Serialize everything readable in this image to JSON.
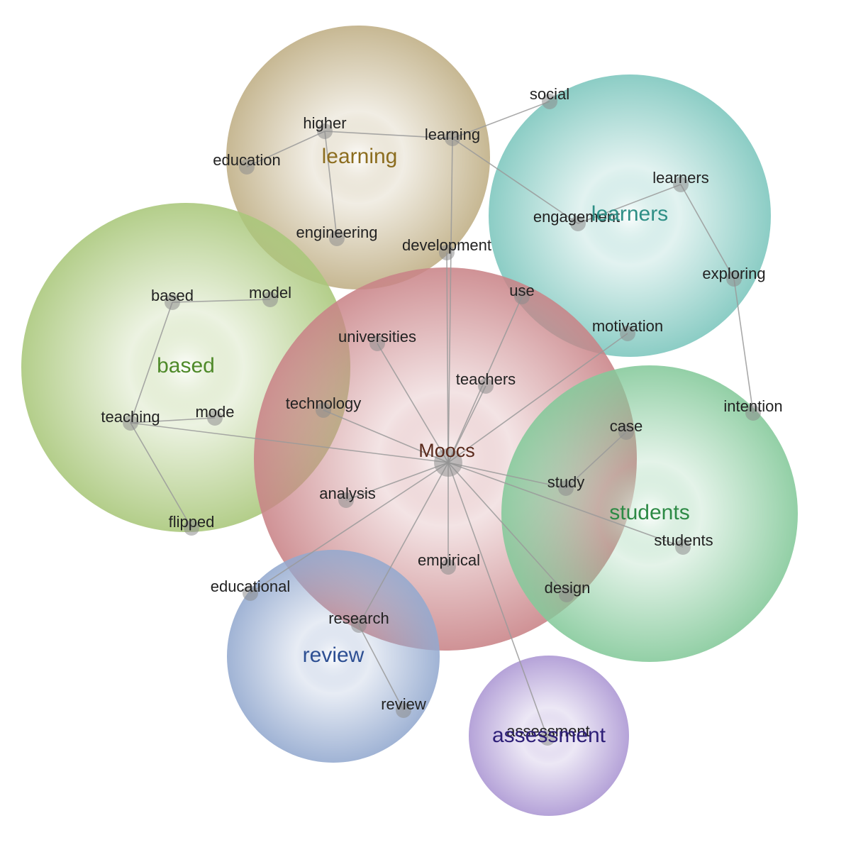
{
  "clusters": [
    {
      "id": "learning",
      "label": "learning",
      "color": "#bfae84",
      "text_color": "#8c6d1f"
    },
    {
      "id": "learners",
      "label": "learners",
      "color": "#7cc6bd",
      "text_color": "#2e8f86"
    },
    {
      "id": "based",
      "label": "based",
      "color": "#a9c77a",
      "text_color": "#4f8a2a"
    },
    {
      "id": "moocs",
      "label": "",
      "color": "#c98387",
      "text_color": "#5a2a1c"
    },
    {
      "id": "students",
      "label": "students",
      "color": "#84c99a",
      "text_color": "#2d8a45"
    },
    {
      "id": "review",
      "label": "review",
      "color": "#93a9cf",
      "text_color": "#2d4f93"
    },
    {
      "id": "assessment",
      "label": "assessment",
      "color": "#ab96d3",
      "text_color": "#2e1f78"
    }
  ],
  "nodes": [
    {
      "id": "higher",
      "label": "higher"
    },
    {
      "id": "education",
      "label": "education"
    },
    {
      "id": "learning",
      "label": "learning"
    },
    {
      "id": "engineering",
      "label": "engineering"
    },
    {
      "id": "development",
      "label": "development"
    },
    {
      "id": "social",
      "label": "social"
    },
    {
      "id": "learners",
      "label": "learners"
    },
    {
      "id": "engagement",
      "label": "engagement"
    },
    {
      "id": "exploring",
      "label": "exploring"
    },
    {
      "id": "motivation",
      "label": "motivation"
    },
    {
      "id": "intention",
      "label": "intention"
    },
    {
      "id": "based",
      "label": "based"
    },
    {
      "id": "model",
      "label": "model"
    },
    {
      "id": "teaching",
      "label": "teaching"
    },
    {
      "id": "mode",
      "label": "mode"
    },
    {
      "id": "flipped",
      "label": "flipped"
    },
    {
      "id": "use",
      "label": "use"
    },
    {
      "id": "universities",
      "label": "universities"
    },
    {
      "id": "teachers",
      "label": "teachers"
    },
    {
      "id": "technology",
      "label": "technology"
    },
    {
      "id": "moocs",
      "label": "Moocs"
    },
    {
      "id": "analysis",
      "label": "analysis"
    },
    {
      "id": "empirical",
      "label": "empirical"
    },
    {
      "id": "case",
      "label": "case"
    },
    {
      "id": "study",
      "label": "study"
    },
    {
      "id": "students",
      "label": "students"
    },
    {
      "id": "design",
      "label": "design"
    },
    {
      "id": "educational",
      "label": "educational"
    },
    {
      "id": "research",
      "label": "research"
    },
    {
      "id": "review",
      "label": "review"
    },
    {
      "id": "assessment",
      "label": "assessment"
    }
  ],
  "edges": [
    [
      "higher",
      "education"
    ],
    [
      "higher",
      "learning"
    ],
    [
      "higher",
      "engineering"
    ],
    [
      "learning",
      "social"
    ],
    [
      "learning",
      "engagement"
    ],
    [
      "learning",
      "moocs"
    ],
    [
      "engagement",
      "learners"
    ],
    [
      "learners",
      "exploring"
    ],
    [
      "exploring",
      "intention"
    ],
    [
      "based",
      "model"
    ],
    [
      "based",
      "teaching"
    ],
    [
      "teaching",
      "mode"
    ],
    [
      "teaching",
      "flipped"
    ],
    [
      "teaching",
      "moocs"
    ],
    [
      "development",
      "moocs"
    ],
    [
      "use",
      "moocs"
    ],
    [
      "motivation",
      "moocs"
    ],
    [
      "universities",
      "moocs"
    ],
    [
      "teachers",
      "moocs"
    ],
    [
      "technology",
      "moocs"
    ],
    [
      "analysis",
      "moocs"
    ],
    [
      "empirical",
      "moocs"
    ],
    [
      "study",
      "moocs"
    ],
    [
      "case",
      "study"
    ],
    [
      "students",
      "moocs"
    ],
    [
      "design",
      "moocs"
    ],
    [
      "educational",
      "moocs"
    ],
    [
      "research",
      "moocs"
    ],
    [
      "research",
      "review"
    ],
    [
      "assessment",
      "moocs"
    ]
  ]
}
